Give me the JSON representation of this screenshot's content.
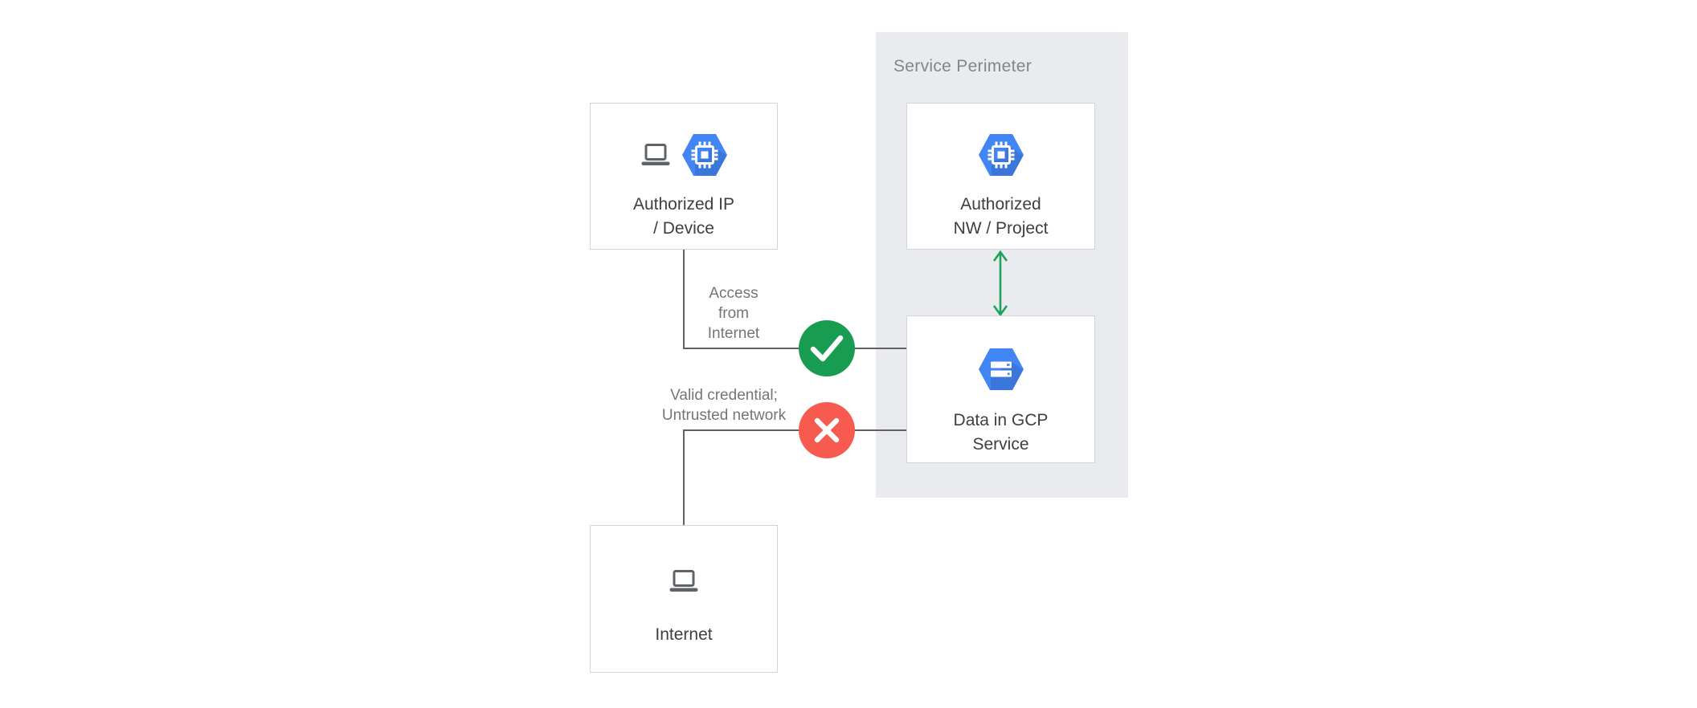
{
  "perimeter": {
    "label": "Service Perimeter"
  },
  "nodes": {
    "authorized_ip_device": {
      "label": "Authorized IP\n/ Device"
    },
    "authorized_nw_project": {
      "label": "Authorized\nNW / Project"
    },
    "data_in_gcp_service": {
      "label": "Data in GCP\nService"
    },
    "internet": {
      "label": "Internet"
    }
  },
  "edges": {
    "access_from_internet": {
      "label": "Access\nfrom\nInternet",
      "status": "allowed",
      "from": "authorized_ip_device",
      "to": "data_in_gcp_service"
    },
    "untrusted_network": {
      "label": "Valid credential;\nUntrusted network",
      "status": "denied",
      "from": "internet",
      "to": "data_in_gcp_service"
    },
    "nw_project_to_data": {
      "label": "",
      "status": "bidirectional-allowed",
      "from": "authorized_nw_project",
      "to": "data_in_gcp_service"
    }
  },
  "icons": {
    "laptop": "laptop-icon",
    "compute_hexagon": "gcp-compute-hexagon-icon (blue hexagon with chip)",
    "storage_hexagon": "gcp-storage-hexagon-icon (blue hexagon with server bars)",
    "check": "check-icon (white check in green circle)",
    "cross": "cross-icon (white x in red circle)",
    "double_arrow": "bidirectional-arrow-icon (green vertical double-headed arrow)"
  },
  "colors": {
    "panel_bg": "#e9ebee",
    "box_border": "#d2d5d8",
    "connector": "#616161",
    "allowed_green": "#179c52",
    "denied_red": "#f75b50",
    "arrow_green": "#1ea35b",
    "hexagon_blue": "#4285f4",
    "icon_gray": "#5f6368",
    "label_dark": "#3c4043",
    "label_muted": "#757575",
    "perimeter_text": "#80868b"
  }
}
